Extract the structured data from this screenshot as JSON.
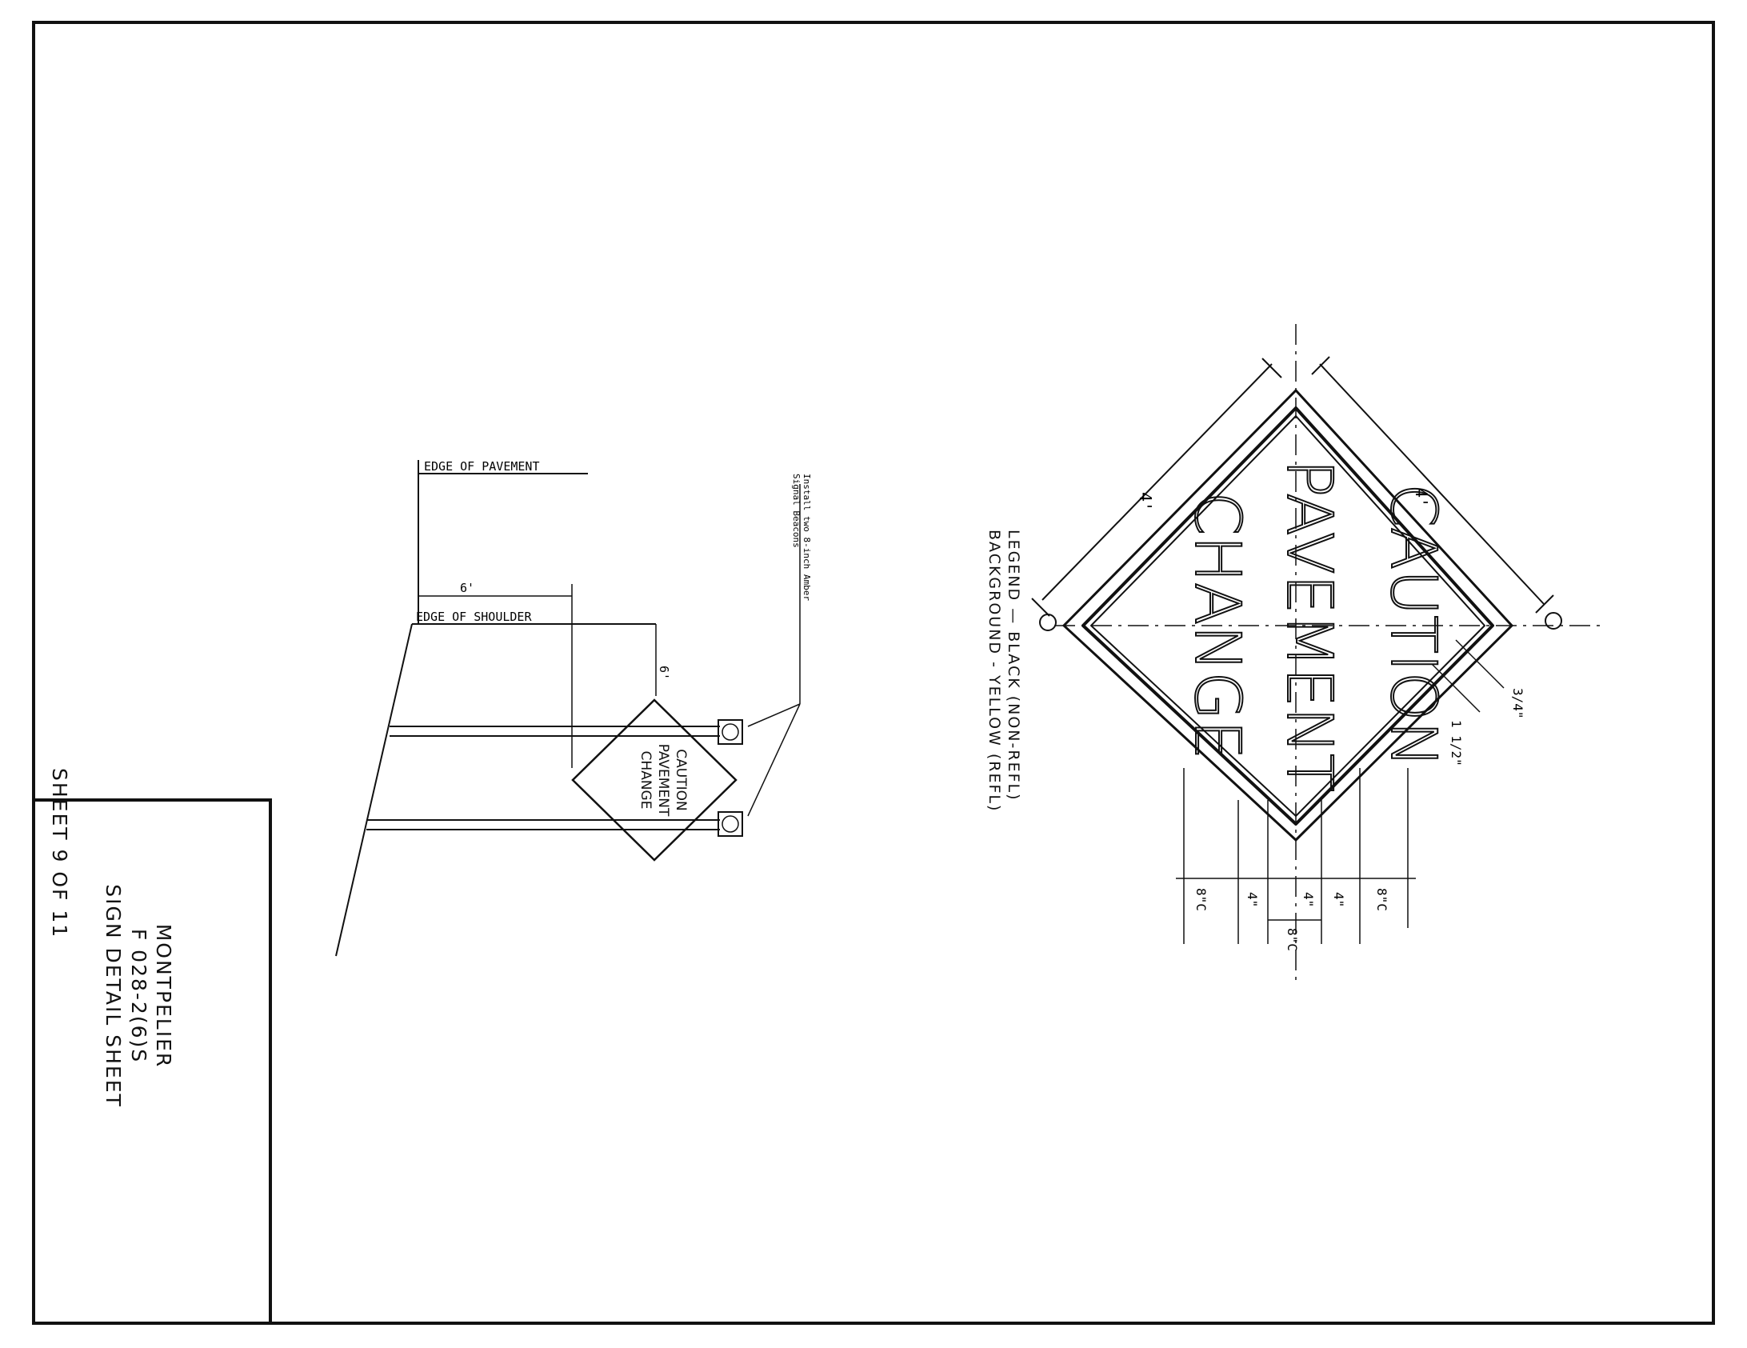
{
  "title_block": {
    "line1": "MONTPELIER",
    "line2": "F 028-2(6)S",
    "line3": "SIGN DETAIL SHEET",
    "sheet": "SHEET 9  OF 11"
  },
  "legend": {
    "line1": "LEGEND — BLACK (NON-REFL)",
    "line2": "BACKGROUND - YELLOW (REFL)"
  },
  "sign_detail": {
    "line1": "CAUTION",
    "line2": "PAVEMENT",
    "line3": "CHANGE",
    "dim_side_a": "4'",
    "dim_side_b": "4'",
    "dim_margin": "3/4\"",
    "dim_border": "1 1/2\"",
    "dim_row1": "8\"C",
    "dim_row2": "4\"",
    "dim_row3": "4\"",
    "dim_row4": "4\"",
    "dim_row5": "8\"C",
    "dim_row6": "8\"C"
  },
  "plan_view": {
    "edge_pavement": "EDGE OF PAVEMENT",
    "edge_shoulder": "EDGE OF SHOULDER",
    "offset_a": "6'",
    "offset_b": "6'",
    "beacon_note_1": "Install two 8-inch Amber",
    "beacon_note_2": "Signal Beacons",
    "sign_line1": "CAUTION",
    "sign_line2": "PAVEMENT",
    "sign_line3": "CHANGE"
  }
}
